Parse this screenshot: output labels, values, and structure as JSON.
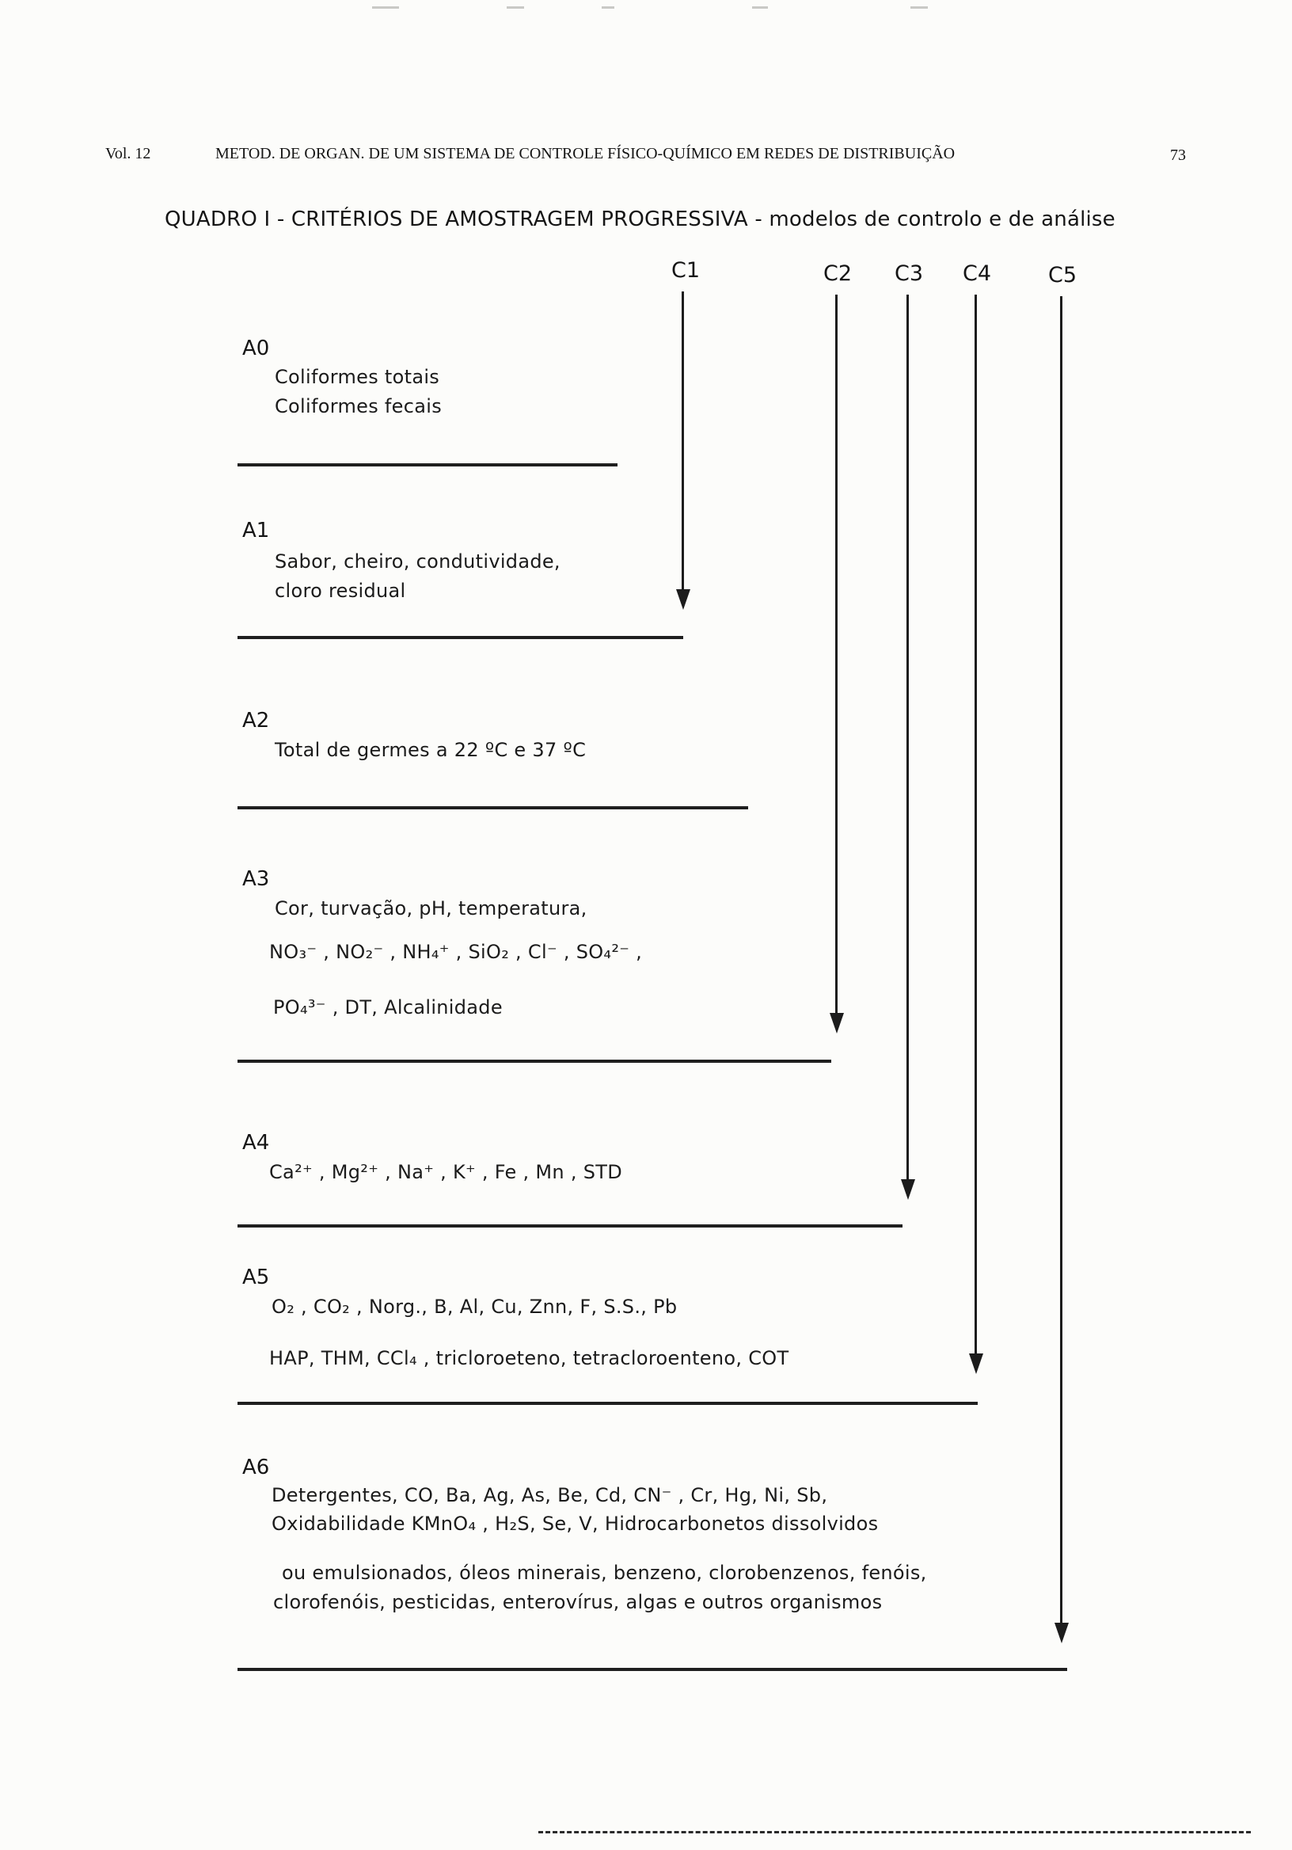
{
  "header": {
    "volume": "Vol. 12",
    "running_title": "METOD. DE ORGAN. DE UM SISTEMA DE CONTROLE FÍSICO-QUÍMICO EM REDES DE DISTRIBUIÇÃO",
    "page_number": "73"
  },
  "title": "QUADRO I - CRITÉRIOS DE AMOSTRAGEM PROGRESSIVA - modelos de controlo e de análise",
  "columns": [
    "C1",
    "C2",
    "C3",
    "C4",
    "C5"
  ],
  "sections": [
    {
      "label": "A0",
      "lines": [
        "Coliformes totais",
        "Coliformes fecais"
      ]
    },
    {
      "label": "A1",
      "lines": [
        "Sabor, cheiro, condutividade,",
        "cloro residual"
      ]
    },
    {
      "label": "A2",
      "lines": [
        "Total de germes a 22 ºC e 37 ºC"
      ]
    },
    {
      "label": "A3",
      "lines": [
        "Cor, turvação, pH, temperatura,",
        "NO₃⁻ , NO₂⁻ , NH₄⁺ , SiO₂ , Cl⁻ , SO₄²⁻ ,",
        "PO₄³⁻ , DT, Alcalinidade"
      ]
    },
    {
      "label": "A4",
      "lines": [
        "Ca²⁺ , Mg²⁺ , Na⁺ , K⁺ , Fe , Mn , STD"
      ]
    },
    {
      "label": "A5",
      "lines": [
        "O₂ , CO₂ , Norg., B, Al, Cu, Znn, F, S.S., Pb",
        "HAP, THM, CCl₄ , tricloroeteno, tetracloroenteno, COT"
      ]
    },
    {
      "label": "A6",
      "lines": [
        "Detergentes, CO, Ba, Ag, As, Be, Cd, CN⁻ , Cr, Hg, Ni, Sb,",
        "Oxidabilidade KMnO₄ , H₂S, Se, V, Hidrocarbonetos dissolvidos",
        "ou emulsionados, óleos minerais, benzeno, clorobenzenos, fenóis,",
        "clorofenóis, pesticidas, enterovírus, algas e outros organismos"
      ]
    }
  ]
}
